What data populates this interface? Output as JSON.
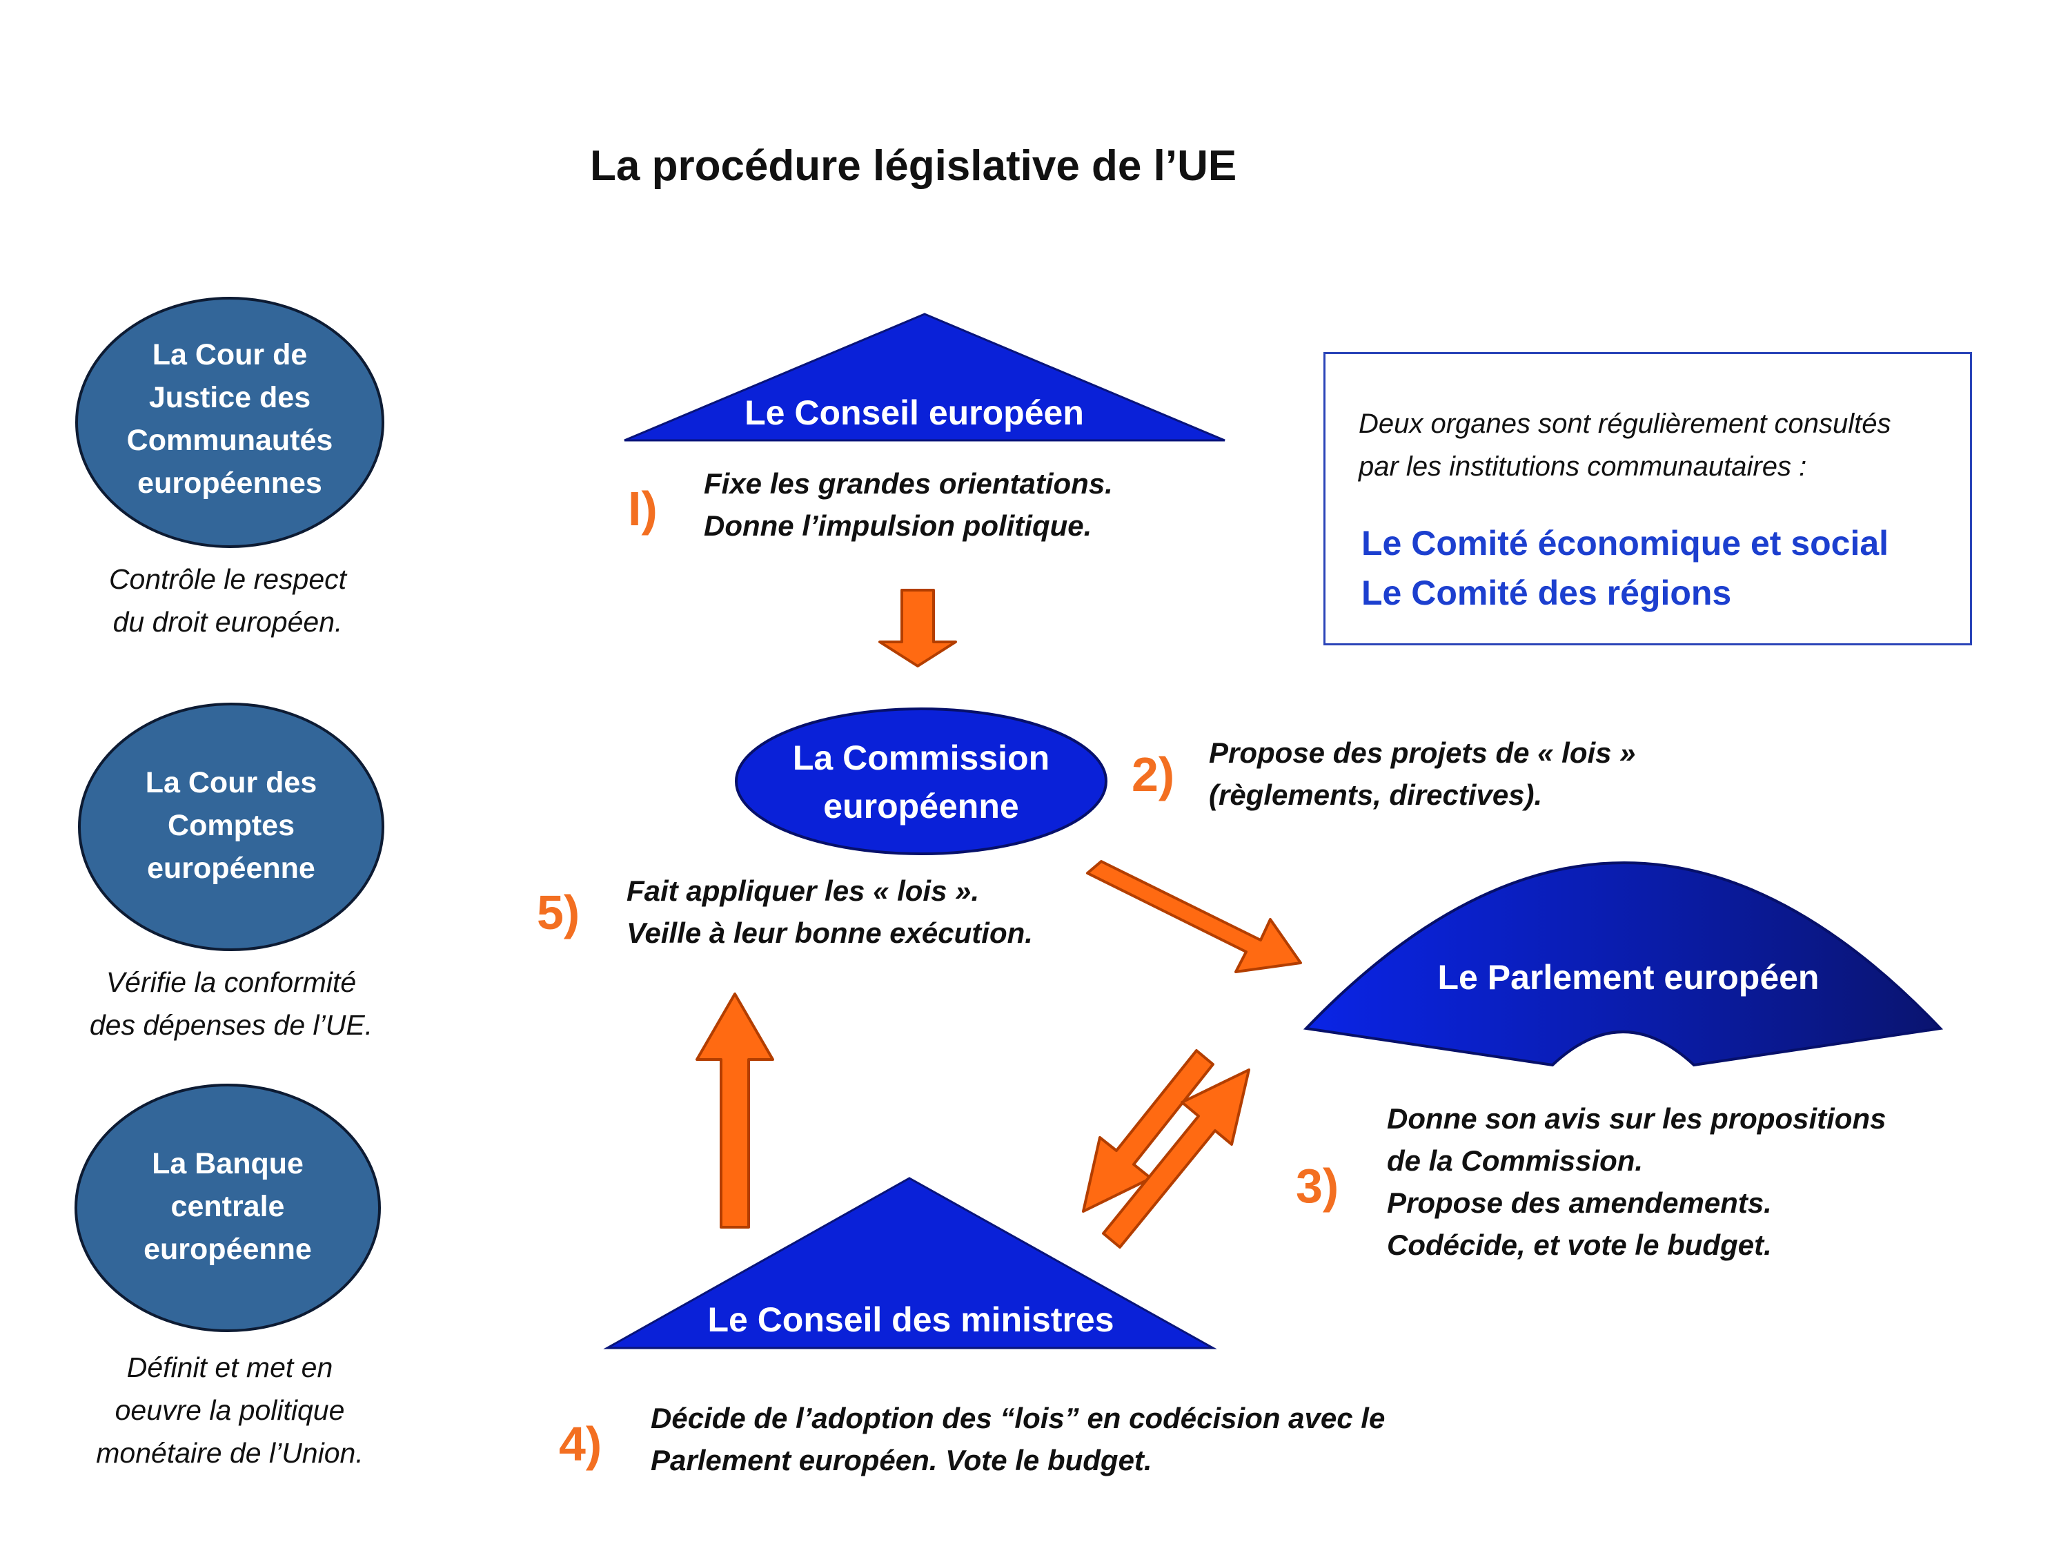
{
  "title": "La procédure législative de l’UE",
  "institutions": {
    "conseil_europeen": "Le Conseil européen",
    "commission": [
      "La Commission",
      "européenne"
    ],
    "parlement": "Le Parlement européen",
    "conseil_ministres": "Le Conseil des ministres"
  },
  "steps": [
    {
      "num": "I)",
      "lines": [
        "Fixe les grandes orientations.",
        "Donne l’impulsion politique."
      ]
    },
    {
      "num": "2)",
      "lines": [
        "Propose des projets de « lois »",
        "(règlements, directives)."
      ]
    },
    {
      "num": "3)",
      "lines": [
        "Donne son avis sur les propositions",
        "de la Commission.",
        "Propose des amendements.",
        "Codécide, et vote le budget."
      ]
    },
    {
      "num": "4)",
      "lines": [
        "Décide de l’adoption des “lois” en codécision avec le",
        "Parlement européen. Vote le budget."
      ]
    },
    {
      "num": "5)",
      "lines": [
        "Fait appliquer les « lois ».",
        "Veille à leur bonne exécution."
      ]
    }
  ],
  "courts": [
    {
      "name": [
        "La Cour de",
        "Justice des",
        "Communautés",
        "européennes"
      ],
      "desc": [
        "Contrôle le respect",
        "du droit européen."
      ]
    },
    {
      "name": [
        "La Cour des",
        "Comptes",
        "européenne"
      ],
      "desc": [
        "Vérifie la conformité",
        "des dépenses de l’UE."
      ]
    },
    {
      "name": [
        "La Banque",
        "centrale",
        "européenne"
      ],
      "desc": [
        "Définit et met en",
        "oeuvre la politique",
        "monétaire de l’Union."
      ]
    }
  ],
  "consulted": {
    "intro": [
      "Deux organes sont régulièrement consultés",
      "par les institutions communautaires :"
    ],
    "items": [
      "Le Comité économique et social",
      "Le Comité des régions"
    ]
  },
  "colors": {
    "shape_blue": "#0a21d8",
    "shape_dark_blue": "#0a1470",
    "court_fill": "#336699",
    "arrow_orange": "#ff6a12",
    "step_orange": "#f36f21",
    "consult_blue": "#1c3fcf"
  }
}
